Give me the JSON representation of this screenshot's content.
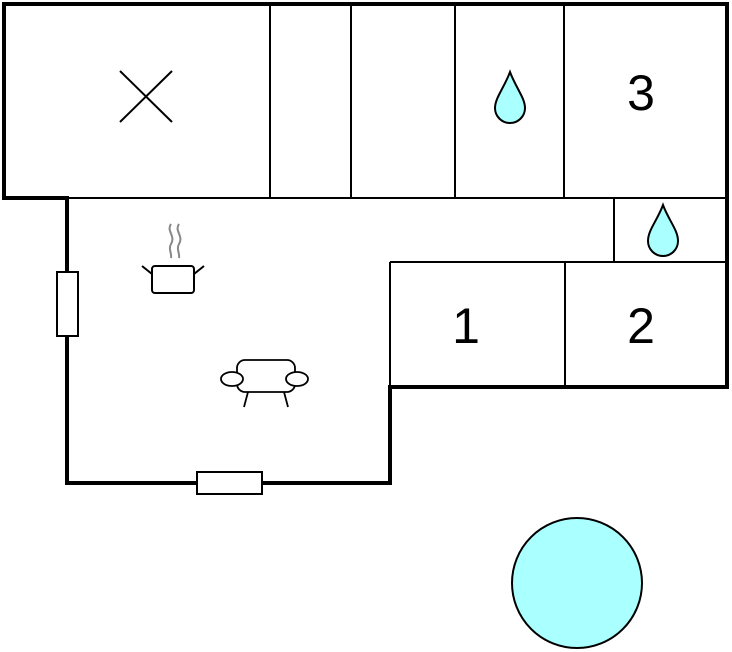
{
  "rooms": {
    "bedroom_1": {
      "label": "1"
    },
    "bedroom_2": {
      "label": "2"
    },
    "bedroom_3": {
      "label": "3"
    }
  },
  "colors": {
    "wall": "#000000",
    "background": "#ffffff",
    "water": "#aaffff",
    "steam": "#888888"
  },
  "icons": [
    "cross-mark-icon",
    "water-drop-icon",
    "cooking-pot-icon",
    "sofa-icon",
    "window-icon",
    "pool-icon"
  ]
}
